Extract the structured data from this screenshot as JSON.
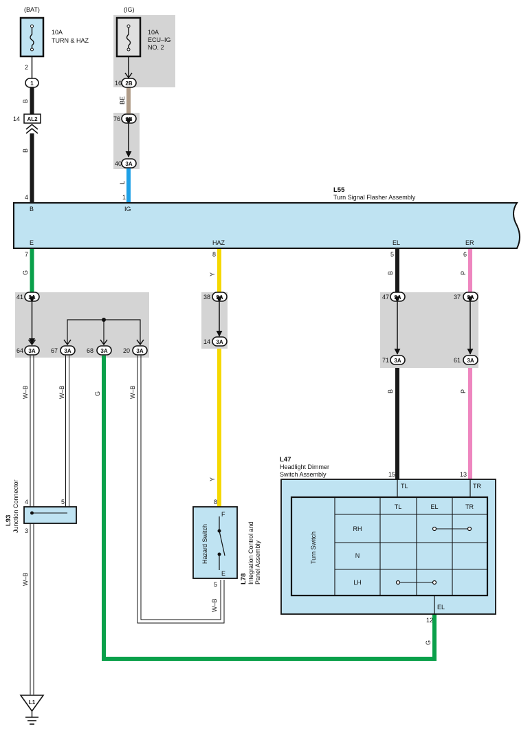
{
  "supplies": {
    "bat": {
      "label": "(BAT)",
      "fuse_amp": "10A",
      "fuse_name_1": "TURN & HAZ",
      "pin": "2"
    },
    "ig": {
      "label": "(IG)",
      "fuse_amp": "10A",
      "fuse_name_1": "ECU–IG",
      "fuse_name_2": "NO. 2"
    }
  },
  "wire_colors": {
    "B": "#1a1a1a",
    "BE": "#b09c88",
    "L": "#1ea0e6",
    "G": "#0aa04a",
    "Y": "#f5d800",
    "P": "#ee86bf",
    "W": "#ffffff"
  },
  "wire_labels": {
    "b": "B",
    "be": "BE",
    "l": "L",
    "g": "G",
    "y": "Y",
    "p": "P",
    "wb": "W–B"
  },
  "connectors": {
    "c1": "1",
    "al2": "AL2",
    "al2_pin": "14",
    "c2b": "2B",
    "c2b_pin": "16",
    "c3b": "3B",
    "c3b_pin": "76",
    "c3a_40": "3A",
    "c3a_40_pin": "40",
    "e41": "3A",
    "e41_pin": "41",
    "e64": "3A",
    "e64_pin": "64",
    "e67": "3A",
    "e67_pin": "67",
    "e68": "3A",
    "e68_pin": "68",
    "e20": "3A",
    "e20_pin": "20",
    "h38": "3A",
    "h38_pin": "38",
    "h14": "3A",
    "h14_pin": "14",
    "l47": "3A",
    "l47_pin": "47",
    "l71": "3A",
    "l71_pin": "71",
    "r37": "3A",
    "r37_pin": "37",
    "r61": "3A",
    "r61_pin": "61"
  },
  "flasher": {
    "code": "L55",
    "name": "Turn Signal Flasher Assembly",
    "terminals": {
      "b": "B",
      "ig": "IG",
      "e": "E",
      "haz": "HAZ",
      "el": "EL",
      "er": "ER"
    },
    "pins": {
      "b": "4",
      "ig": "1",
      "e": "7",
      "haz": "8",
      "el": "5",
      "er": "6"
    }
  },
  "junction": {
    "code": "L93",
    "name": "Junction Connector",
    "pin_4": "4",
    "pin_5": "5",
    "pin_3": "3"
  },
  "hazard": {
    "code": "L78",
    "name_1": "Integration Control and",
    "name_2": "Panel Assembly",
    "switch_label": "Hazard Switch",
    "term_f": "F",
    "term_e": "E",
    "pin_top": "8",
    "pin_bottom": "5"
  },
  "headlight": {
    "code": "L47",
    "name_1": "Headlight Dimmer",
    "name_2": "Switch Assembly",
    "pin_tl": "15",
    "pin_tr": "13",
    "pin_el": "12",
    "term_tl": "TL",
    "term_tr": "TR",
    "term_el": "EL",
    "switch_label": "Turn Switch",
    "table_headers": [
      "TL",
      "EL",
      "TR"
    ],
    "table_rows": [
      "RH",
      "N",
      "LH"
    ]
  },
  "ground": {
    "label": "L1"
  }
}
